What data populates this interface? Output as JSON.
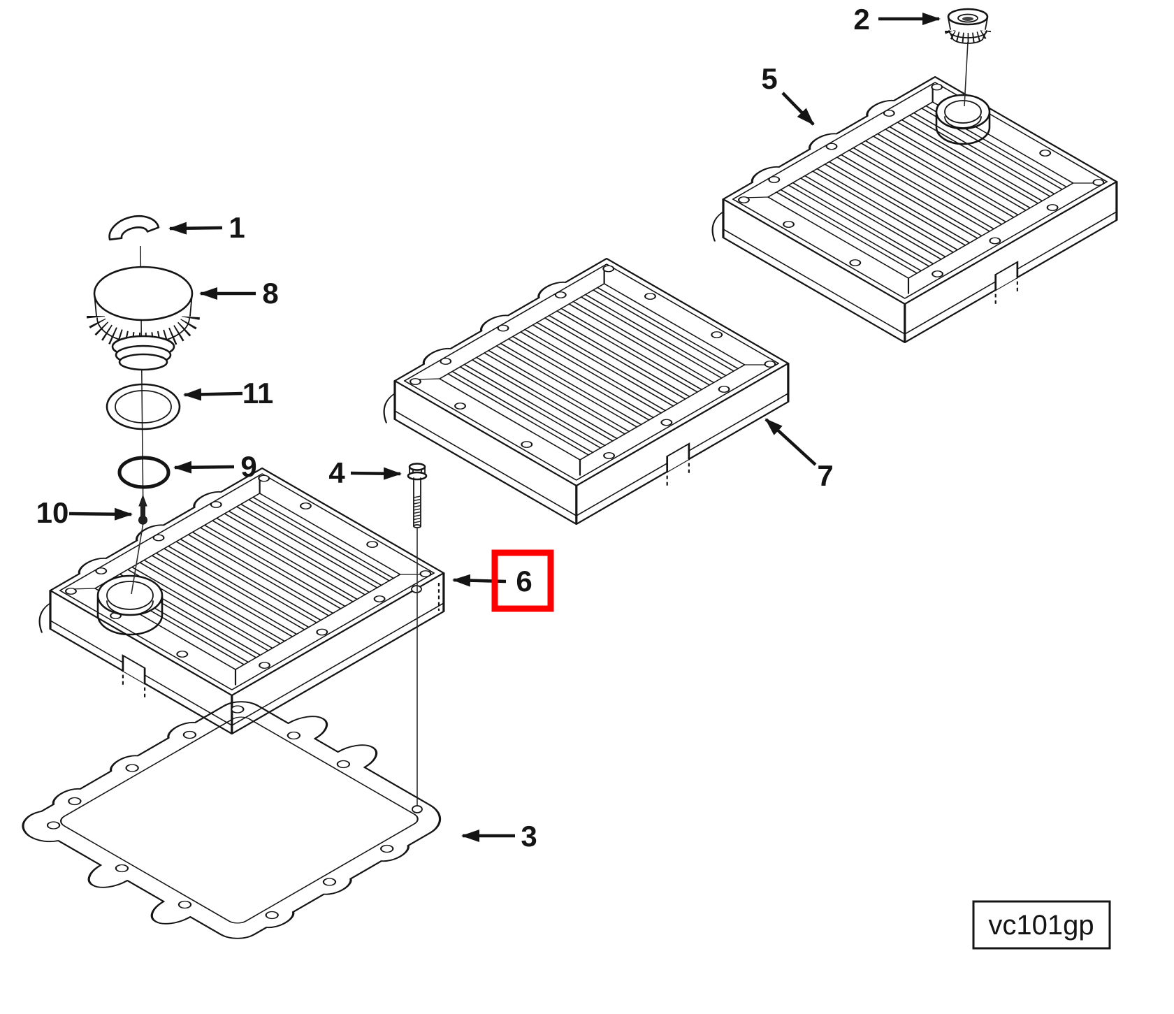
{
  "figure": {
    "code": "vc101gp"
  },
  "highlight": {
    "color": "#ff0000",
    "highlighted_callout": "6"
  },
  "callouts": {
    "c1": "1",
    "c2": "2",
    "c3": "3",
    "c4": "4",
    "c5": "5",
    "c6": "6",
    "c7": "7",
    "c8": "8",
    "c9": "9",
    "c10": "10",
    "c11": "11"
  }
}
